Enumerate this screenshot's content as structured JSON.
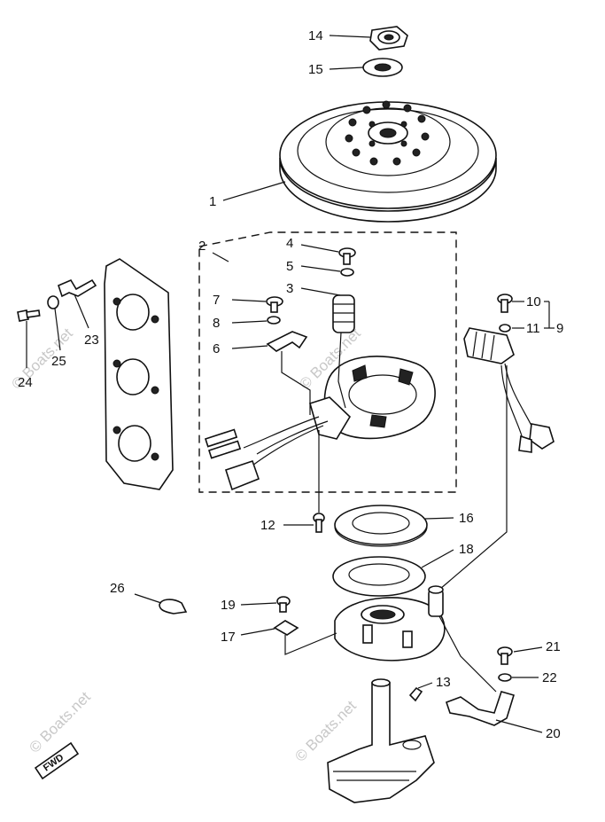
{
  "diagram": {
    "callouts": [
      {
        "id": "c1",
        "label": "1"
      },
      {
        "id": "c2",
        "label": "2"
      },
      {
        "id": "c3",
        "label": "3"
      },
      {
        "id": "c4",
        "label": "4"
      },
      {
        "id": "c5",
        "label": "5"
      },
      {
        "id": "c6",
        "label": "6"
      },
      {
        "id": "c7",
        "label": "7"
      },
      {
        "id": "c8",
        "label": "8"
      },
      {
        "id": "c9",
        "label": "9"
      },
      {
        "id": "c10",
        "label": "10"
      },
      {
        "id": "c11",
        "label": "11"
      },
      {
        "id": "c12",
        "label": "12"
      },
      {
        "id": "c13",
        "label": "13"
      },
      {
        "id": "c14",
        "label": "14"
      },
      {
        "id": "c15",
        "label": "15"
      },
      {
        "id": "c16",
        "label": "16"
      },
      {
        "id": "c17",
        "label": "17"
      },
      {
        "id": "c18",
        "label": "18"
      },
      {
        "id": "c19",
        "label": "19"
      },
      {
        "id": "c20",
        "label": "20"
      },
      {
        "id": "c21",
        "label": "21"
      },
      {
        "id": "c22",
        "label": "22"
      },
      {
        "id": "c23",
        "label": "23"
      },
      {
        "id": "c24",
        "label": "24"
      },
      {
        "id": "c25",
        "label": "25"
      },
      {
        "id": "c26",
        "label": "26"
      }
    ],
    "watermark": "© Boats.net",
    "direction_tag": "FWD"
  }
}
